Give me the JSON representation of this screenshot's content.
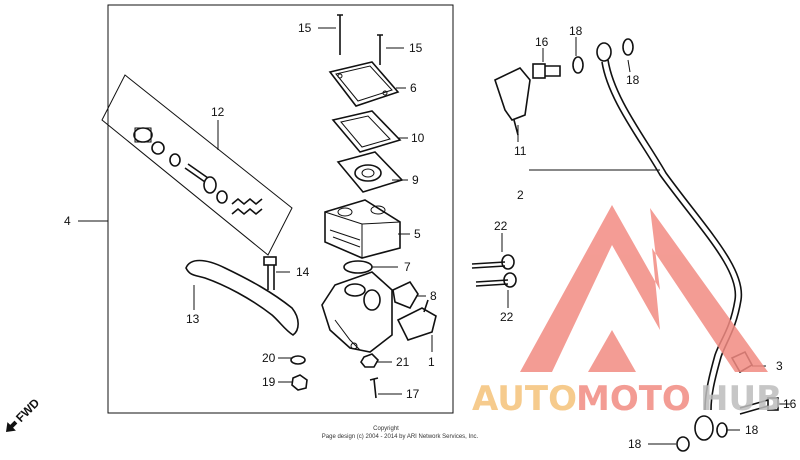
{
  "callouts": {
    "c15a": "15",
    "c15b": "15",
    "c6": "6",
    "c10": "10",
    "c9": "9",
    "c5": "5",
    "c7": "7",
    "c8": "8",
    "c1": "1",
    "c21": "21",
    "c17": "17",
    "c12": "12",
    "c4": "4",
    "c14": "14",
    "c13": "13",
    "c20": "20",
    "c19": "19",
    "c16a": "16",
    "c18a": "18",
    "c18b": "18",
    "c11": "11",
    "c2": "2",
    "c22a": "22",
    "c22b": "22",
    "c3": "3",
    "c16b": "16",
    "c18c": "18",
    "c18d": "18"
  },
  "fwd_label": "FWD",
  "footer": {
    "line1": "Copyright",
    "line2": "Page design (c) 2004 - 2014 by ARI Network Services, Inc."
  },
  "watermark": {
    "text_auto": "AUTO",
    "text_moto": "MOTO",
    "text_hub": "HUB",
    "color_logo": "#f28b82",
    "color_auto": "#f5c27a",
    "color_moto": "#f28b82",
    "color_hub": "#bdbdbd"
  }
}
